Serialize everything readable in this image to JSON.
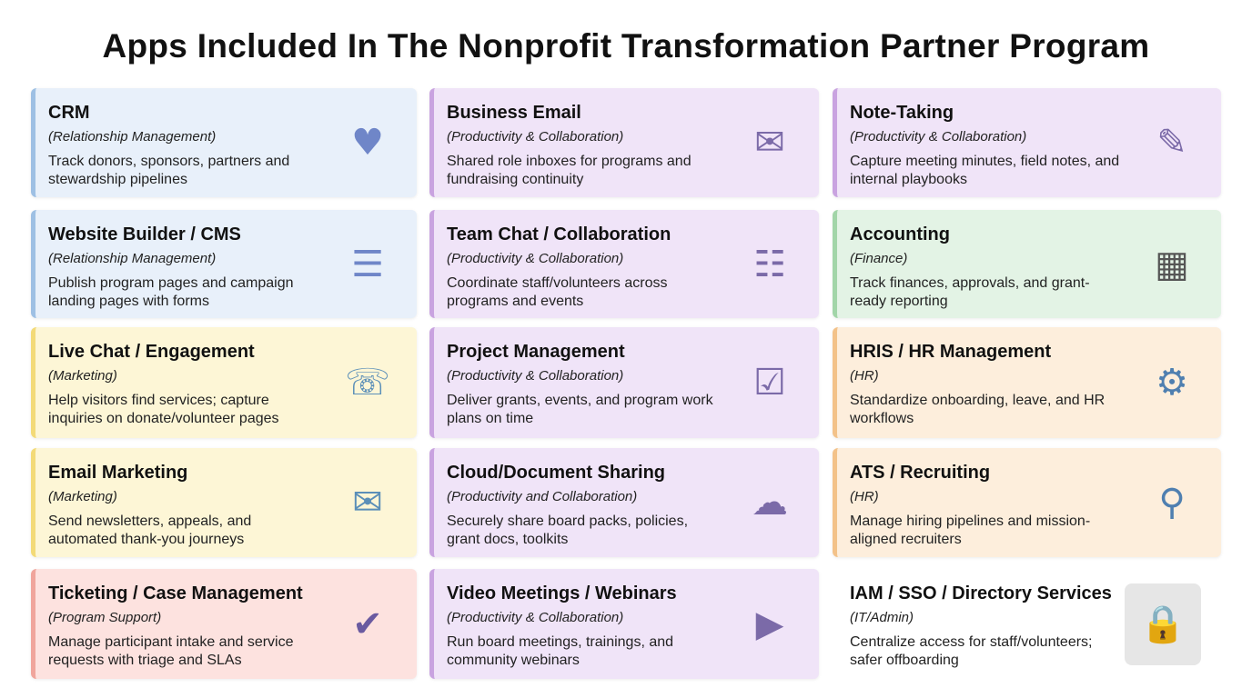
{
  "title": "Apps Included In The Nonprofit Transformation Partner Program",
  "cards": [
    {
      "title": "CRM",
      "category": "(Relationship Management)",
      "desc": "Track donors, sponsors, partners and stewardship pipelines",
      "icon": "handshake-heart-icon",
      "glyph": "♥"
    },
    {
      "title": "Business Email",
      "category": "(Productivity & Collaboration)",
      "desc": "Shared role inboxes for programs and fundraising continuity",
      "icon": "envelope-people-icon",
      "glyph": "✉"
    },
    {
      "title": "Note-Taking",
      "category": "(Productivity & Collaboration)",
      "desc": "Capture meeting minutes, field notes, and internal playbooks",
      "icon": "notepad-pencil-icon",
      "glyph": "✎"
    },
    {
      "title": "Website Builder / CMS",
      "category": "(Relationship Management)",
      "desc": "Publish program pages and campaign landing pages with forms",
      "icon": "webpage-megaphone-icon",
      "glyph": "☰"
    },
    {
      "title": "Team Chat / Collaboration",
      "category": "(Productivity & Collaboration)",
      "desc": "Coordinate staff/volunteers across programs and events",
      "icon": "chat-people-icon",
      "glyph": "☷"
    },
    {
      "title": "Accounting",
      "category": "(Finance)",
      "desc": "Track finances, approvals, and grant-ready reporting",
      "icon": "calculator-chart-icon",
      "glyph": "▦"
    },
    {
      "title": "Live Chat / Engagement",
      "category": "(Marketing)",
      "desc": "Help visitors find services; capture inquiries on donate/volunteer pages",
      "icon": "chat-bubble-person-icon",
      "glyph": "☏"
    },
    {
      "title": "Project Management",
      "category": "(Productivity & Collaboration)",
      "desc": "Deliver grants, events, and program work plans on time",
      "icon": "checklist-clock-icon",
      "glyph": "☑"
    },
    {
      "title": "HRIS / HR Management",
      "category": "(HR)",
      "desc": "Standardize onboarding, leave, and HR workflows",
      "icon": "person-gear-icon",
      "glyph": "⚙"
    },
    {
      "title": "Email Marketing",
      "category": "(Marketing)",
      "desc": "Send newsletters, appeals, and automated thank-you journeys",
      "icon": "envelope-share-icon",
      "glyph": "✉"
    },
    {
      "title": "Cloud/Document Sharing",
      "category": "(Productivity and Collaboration)",
      "desc": "Securely share board packs, policies, grant docs, toolkits",
      "icon": "cloud-folder-icon",
      "glyph": "☁"
    },
    {
      "title": "ATS / Recruiting",
      "category": "(HR)",
      "desc": "Manage hiring pipelines and mission-aligned recruiters",
      "icon": "resume-magnifier-icon",
      "glyph": "⚲"
    },
    {
      "title": "Ticketing / Case Management",
      "category": "(Program Support)",
      "desc": "Manage participant intake and service requests with triage and SLAs",
      "icon": "headset-check-icon",
      "glyph": "✔"
    },
    {
      "title": "Video Meetings / Webinars",
      "category": "(Productivity & Collaboration)",
      "desc": "Run board meetings, trainings, and community webinars",
      "icon": "video-camera-people-icon",
      "glyph": "▶"
    },
    {
      "title": "IAM / SSO / Directory Services",
      "category": "(IT/Admin)",
      "desc": "Centralize access for staff/volunteers; safer offboarding",
      "icon": "lock-users-icon",
      "glyph": "🔒"
    }
  ]
}
